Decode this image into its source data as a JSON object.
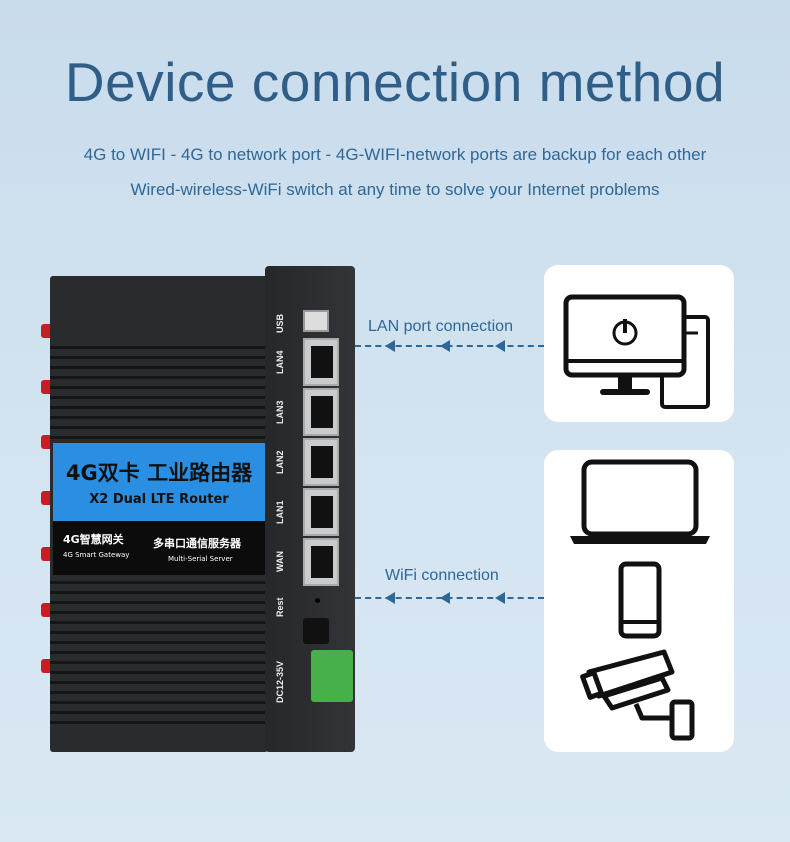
{
  "title": "Device connection method",
  "subtitle_lines": [
    "4G to WIFI - 4G to network port - 4G-WIFI-network ports are backup for each other",
    "Wired-wireless-WiFi switch at any time to solve your Internet problems"
  ],
  "device": {
    "label_cn": "4G双卡 工业路由器",
    "label_en": "X2 Dual LTE Router",
    "left_cn": "4G智慧网关",
    "left_en": "4G Smart Gateway",
    "right_cn": "多串口通信服务器",
    "right_en": "Multi-Serial Server",
    "ports": [
      "USB",
      "LAN4",
      "LAN3",
      "LAN2",
      "LAN1",
      "WAN"
    ],
    "reset": "Rest",
    "power": "DC12-35V"
  },
  "connections": {
    "lan": "LAN port connection",
    "wifi": "WiFi connection"
  },
  "icons": {
    "lan_devices": [
      "desktop-computer-icon"
    ],
    "wifi_devices": [
      "laptop-icon",
      "smartphone-icon",
      "cctv-camera-icon"
    ]
  }
}
